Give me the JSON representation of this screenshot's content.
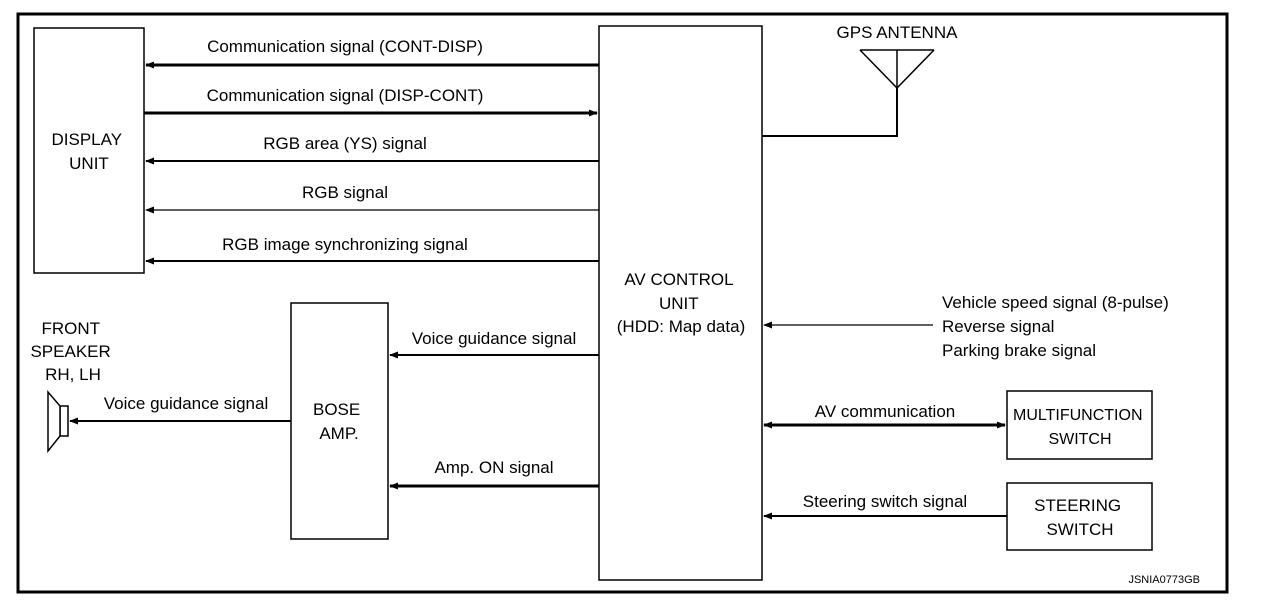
{
  "blocks": {
    "display_unit": [
      "DISPLAY",
      "UNIT"
    ],
    "av_control_unit": [
      "AV CONTROL",
      "UNIT",
      "(HDD: Map data)"
    ],
    "bose_amp": [
      "BOSE",
      "AMP."
    ],
    "multifunction_switch": [
      "MULTIFUNCTION",
      "SWITCH"
    ],
    "steering_switch": [
      "STEERING",
      "SWITCH"
    ],
    "gps_antenna": "GPS ANTENNA",
    "front_speaker": [
      "FRONT",
      "SPEAKER",
      "RH, LH"
    ]
  },
  "signals": {
    "cont_disp": "Communication signal (CONT-DISP)",
    "disp_cont": "Communication signal (DISP-CONT)",
    "rgb_area": "RGB area (YS) signal",
    "rgb": "RGB signal",
    "rgb_sync": "RGB image synchronizing signal",
    "voice_guidance_amp": "Voice guidance signal",
    "voice_guidance_speaker": "Voice guidance signal",
    "amp_on": "Amp. ON signal",
    "vehicle_inputs": [
      "Vehicle speed signal (8-pulse)",
      "Reverse signal",
      "Parking brake signal"
    ],
    "av_communication": "AV communication",
    "steering_switch_signal": "Steering switch signal"
  },
  "figure_code": "JSNIA0773GB"
}
